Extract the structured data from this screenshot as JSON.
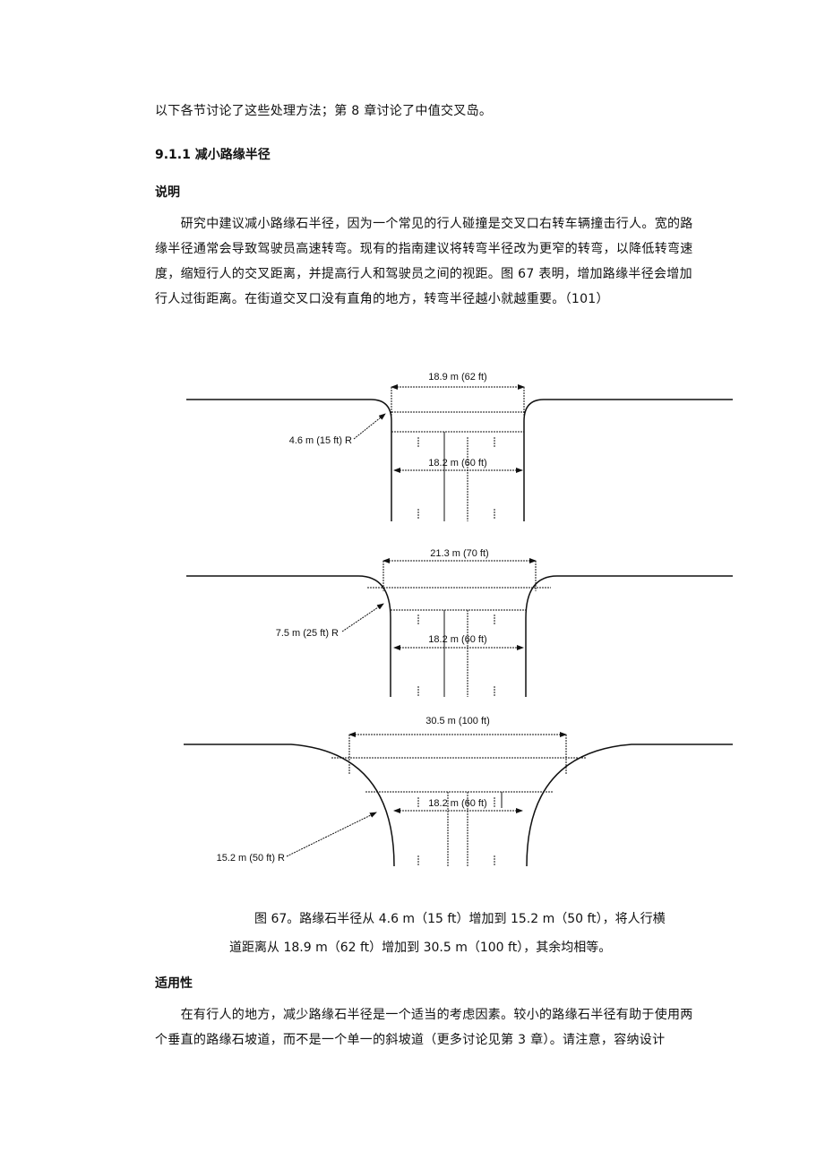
{
  "intro": "以下各节讨论了这些处理方法；第 8 章讨论了中值交叉岛。",
  "section_heading": "9.1.1 减小路缘半径",
  "sub1": "说明",
  "para1": "　　研究中建议减小路缘石半径，因为一个常见的行人碰撞是交叉口右转车辆撞击行人。宽的路缘半径通常会导致驾驶员高速转弯。现有的指南建议将转弯半径改为更窄的转弯，以降低转弯速度，缩短行人的交叉距离，并提高行人和驾驶员之间的视距。图 67 表明，增加路缘半径会增加行人过街距离。在街道交叉口没有直角的地方，转弯半径越小就越重要。（101）",
  "figure": {
    "d1": {
      "top": "18.9 m (62 ft)",
      "bottom": "18.2 m (60 ft)",
      "radius": "4.6 m (15 ft) R"
    },
    "d2": {
      "top": "21.3 m (70 ft)",
      "bottom": "18.2 m (60 ft)",
      "radius": "7.5 m (25 ft) R"
    },
    "d3": {
      "top": "30.5 m (100 ft)",
      "bottom": "18.2 m (60 ft)",
      "radius": "15.2 m (50 ft) R"
    }
  },
  "caption1": "图 67。路缘石半径从 4.6 m（15 ft）增加到 15.2 m（50 ft），将人行横",
  "caption2": "道距离从 18.9 m（62 ft）增加到 30.5 m（100 ft），其余均相等。",
  "sub2": "适用性",
  "para2": "　　在有行人的地方，减少路缘石半径是一个适当的考虑因素。较小的路缘石半径有助于使用两个垂直的路缘石坡道，而不是一个单一的斜坡道（更多讨论见第 3 章）。请注意，容纳设计"
}
